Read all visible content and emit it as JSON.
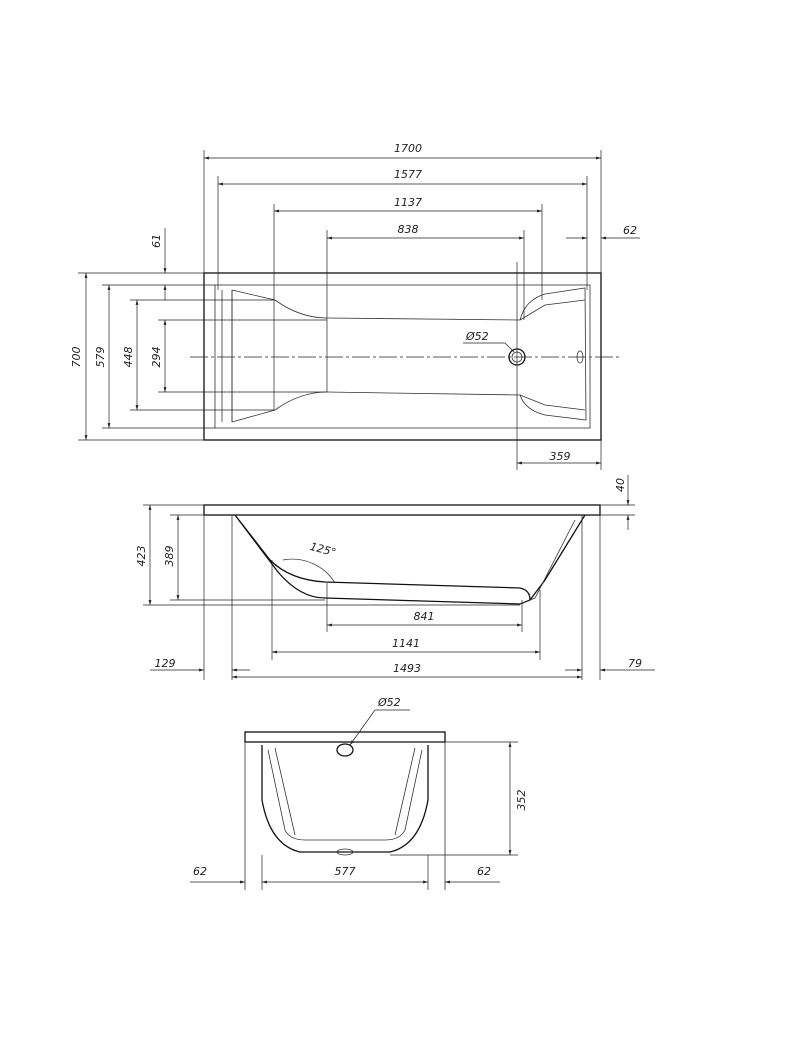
{
  "top_view": {
    "overall_length": "1700",
    "inner_length": "1577",
    "basin_length": "1137",
    "bottom_length": "838",
    "rim_right": "62",
    "rim_top": "61",
    "overall_width": "700",
    "inner_width": "579",
    "basin_width": "448",
    "bottom_width": "294",
    "drain_diameter": "Ø52",
    "drain_offset": "359"
  },
  "side_view": {
    "rim_height": "40",
    "total_height": "423",
    "basin_depth": "389",
    "back_angle": "125°",
    "bottom_length": "841",
    "mid_length": "1141",
    "body_length": "1493",
    "left_offset": "129",
    "right_offset": "79"
  },
  "end_view": {
    "overflow_diameter": "Ø52",
    "depth": "352",
    "body_width": "577",
    "left_offset": "62",
    "right_offset": "62"
  }
}
